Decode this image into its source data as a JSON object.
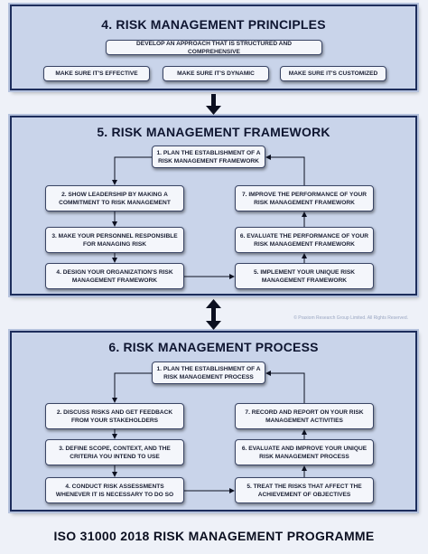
{
  "principles": {
    "title": "4. RISK MANAGEMENT PRINCIPLES",
    "top_box": "DEVELOP AN APPROACH THAT IS STRUCTURED AND COMPREHENSIVE",
    "items": [
      "MAKE SURE IT'S EFFECTIVE",
      "MAKE SURE IT'S DYNAMIC",
      "MAKE SURE IT'S CUSTOMIZED"
    ]
  },
  "framework": {
    "title": "5. RISK MANAGEMENT FRAMEWORK",
    "steps": [
      "1. PLAN THE ESTABLISHMENT OF A RISK MANAGEMENT FRAMEWORK",
      "2. SHOW LEADERSHIP BY MAKING A COMMITMENT TO RISK MANAGEMENT",
      "3. MAKE YOUR PERSONNEL RESPONSIBLE FOR MANAGING RISK",
      "4. DESIGN YOUR ORGANIZATION'S RISK MANAGEMENT FRAMEWORK",
      "5. IMPLEMENT YOUR UNIQUE RISK MANAGEMENT FRAMEWORK",
      "6. EVALUATE THE PERFORMANCE OF YOUR RISK MANAGEMENT FRAMEWORK",
      "7. IMPROVE THE PERFORMANCE OF YOUR RISK MANAGEMENT FRAMEWORK"
    ]
  },
  "process": {
    "title": "6. RISK MANAGEMENT PROCESS",
    "steps": [
      "1. PLAN THE ESTABLISHMENT OF A RISK MANAGEMENT PROCESS",
      "2. DISCUSS RISKS AND GET FEEDBACK FROM YOUR STAKEHOLDERS",
      "3. DEFINE SCOPE, CONTEXT, AND THE CRITERIA YOU INTEND TO USE",
      "4. CONDUCT RISK ASSESSMENTS WHENEVER IT IS NECESSARY TO DO SO",
      "5. TREAT THE RISKS THAT AFFECT THE ACHIEVEMENT OF OBJECTIVES",
      "6. EVALUATE AND IMPROVE YOUR UNIQUE RISK MANAGEMENT PROCESS",
      "7. RECORD AND REPORT ON YOUR RISK MANAGEMENT ACTIVITIES"
    ]
  },
  "watermark": "© Praxiom Research Group Limited. All Rights Reserved.",
  "footer": "ISO 31000 2018 RISK MANAGEMENT PROGRAMME",
  "colors": {
    "panel": "#c9d4ea",
    "border": "#1d2d5c",
    "box": "#f4f6fb",
    "arrow": "#0c1020"
  }
}
